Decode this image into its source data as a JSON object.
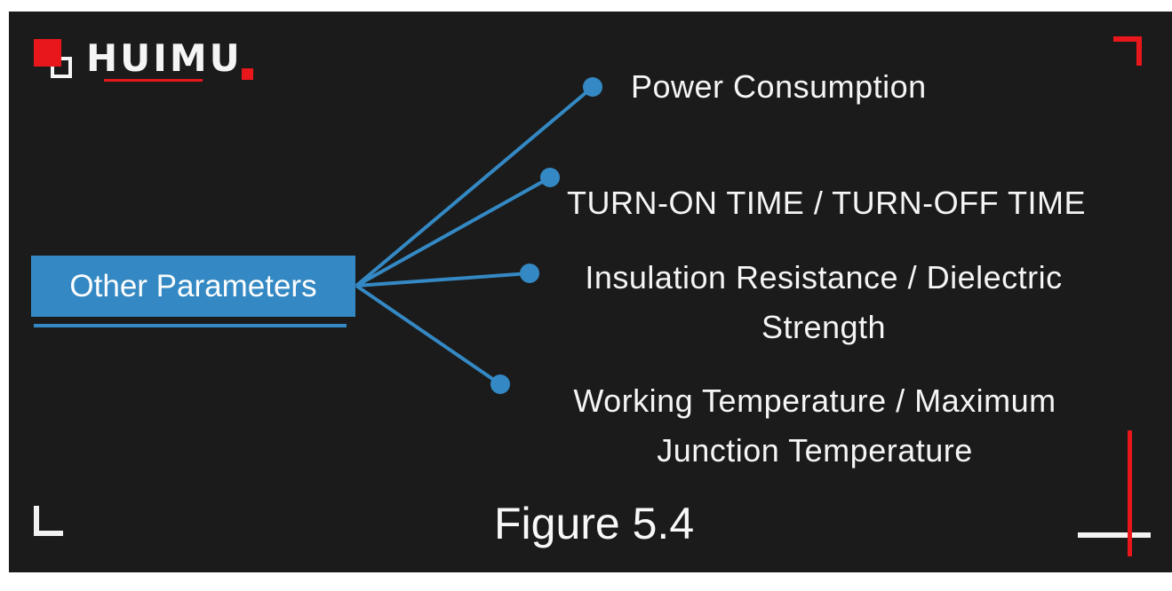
{
  "logo": {
    "text": "HUIMU"
  },
  "root": {
    "label": "Other Parameters"
  },
  "branches": [
    {
      "label": "Power Consumption"
    },
    {
      "label": "TURN-ON TIME / TURN-OFF TIME"
    },
    {
      "label": "Insulation Resistance / Dielectric Strength"
    },
    {
      "label": "Working Temperature / Maximum Junction Temperature"
    }
  ],
  "caption": "Figure 5.4",
  "colors": {
    "accent_blue": "#3489c4",
    "accent_red": "#e8171c",
    "background": "#1b1b1b"
  }
}
